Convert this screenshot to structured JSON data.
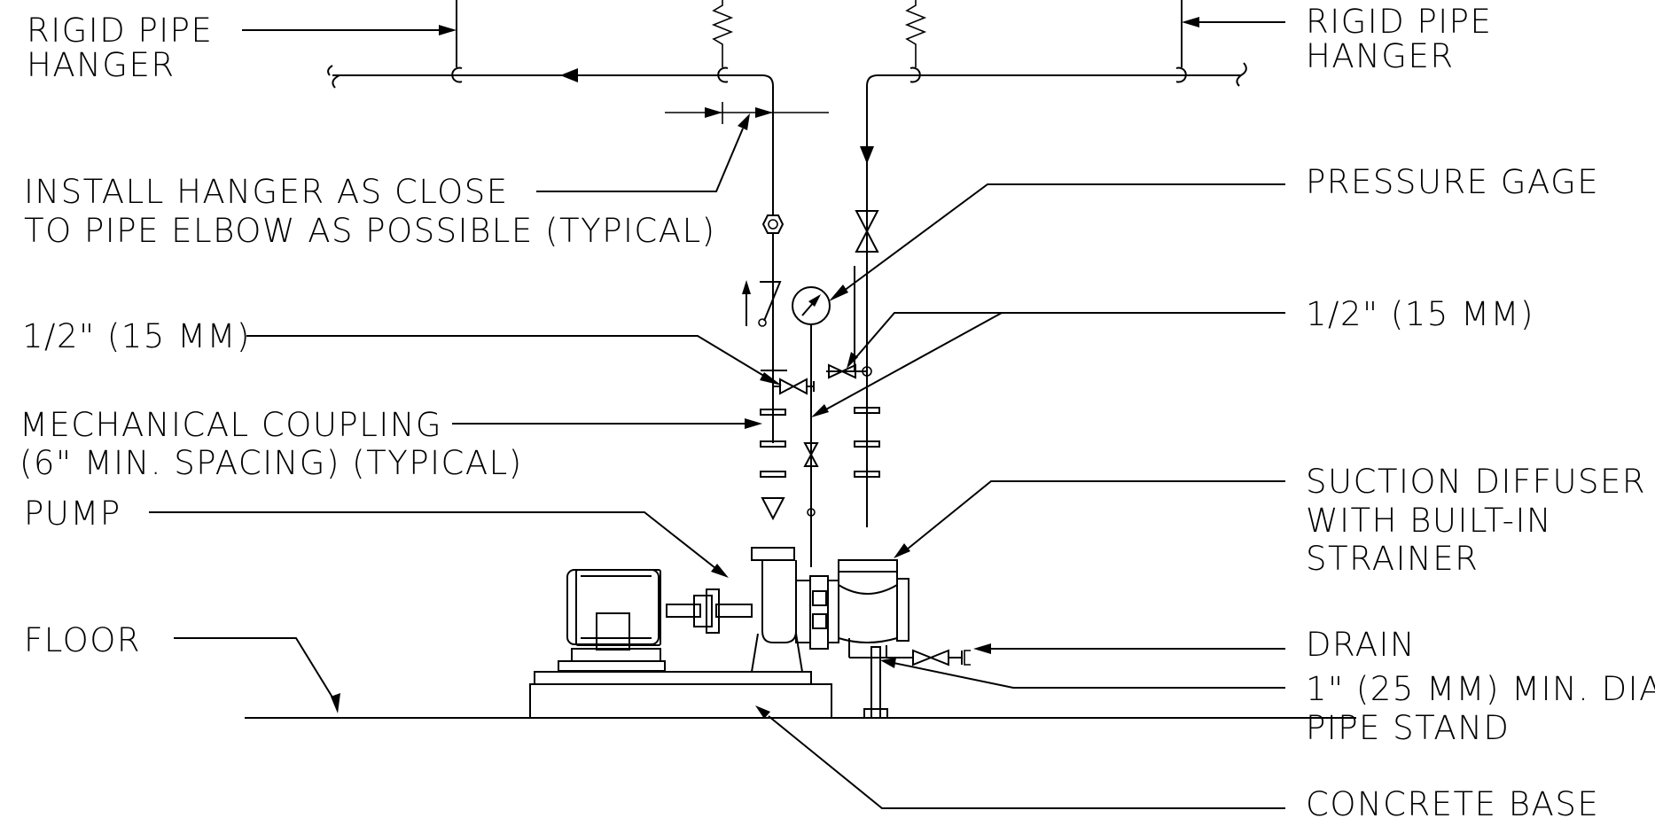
{
  "labels": {
    "rigid_hanger_left_1": "RIGID PIPE",
    "rigid_hanger_left_2": "HANGER",
    "rigid_hanger_right_1": "RIGID PIPE",
    "rigid_hanger_right_2": "HANGER",
    "install_hanger_1": "INSTALL HANGER AS CLOSE",
    "install_hanger_2": "TO PIPE ELBOW AS POSSIBLE (TYPICAL)",
    "pressure_gage": "PRESSURE GAGE",
    "half_inch_left": "1/2\" (15 MM)",
    "half_inch_right": "1/2\" (15 MM)",
    "mech_coupling_1": "MECHANICAL COUPLING",
    "mech_coupling_2": "(6\" MIN. SPACING) (TYPICAL)",
    "pump": "PUMP",
    "suction_diffuser_1": "SUCTION DIFFUSER",
    "suction_diffuser_2": "WITH BUILT-IN",
    "suction_diffuser_3": "STRAINER",
    "floor": "FLOOR",
    "drain": "DRAIN",
    "pipe_stand_1": "1\" (25 MM) MIN. DIA.",
    "pipe_stand_2": "PIPE STAND",
    "concrete_base": "CONCRETE BASE"
  },
  "colors": {
    "line": "#000000",
    "background": "#ffffff"
  }
}
